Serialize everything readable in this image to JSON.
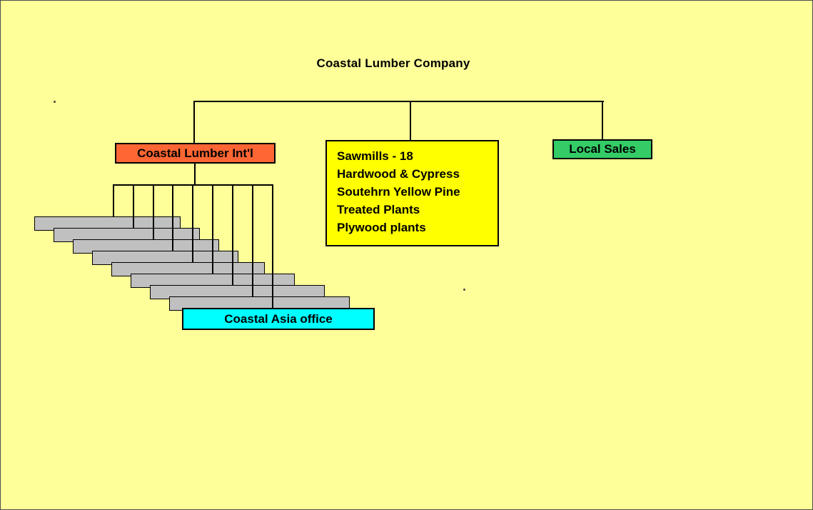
{
  "page": {
    "title": "Coastal Lumber Company",
    "background_color": "#FFFF99"
  },
  "nodes": {
    "intl": {
      "label": "Coastal Lumber Int'l",
      "color": "#FF6633"
    },
    "sawmills": {
      "color": "#FFFF00",
      "lines": [
        "Sawmills - 18",
        "Hardwood & Cypress",
        "Soutehrn Yellow Pine",
        "Treated Plants",
        "Plywood plants"
      ]
    },
    "local_sales": {
      "label": "Local Sales",
      "color": "#33CC66"
    },
    "asia_office": {
      "label": "Coastal Asia office",
      "color": "#00FFFF"
    },
    "subsidiaries": {
      "count": 8,
      "color": "#C0C0C0"
    }
  }
}
